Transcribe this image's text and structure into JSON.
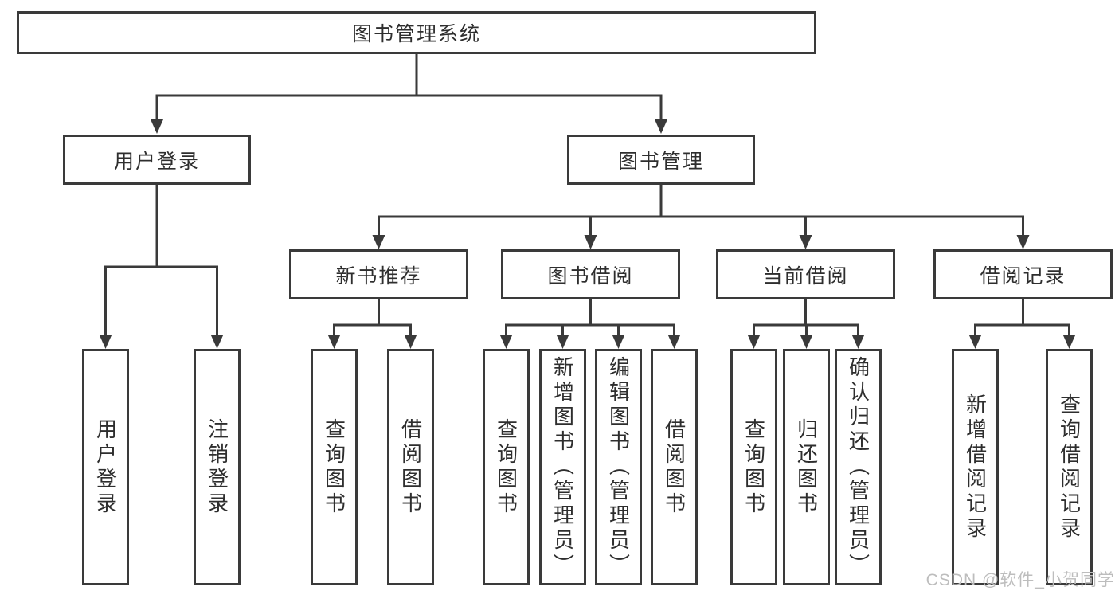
{
  "colors": {
    "line": "#3a3a3a",
    "text": "#2e2e2e",
    "watermark": "#bdbdbd",
    "background": "#ffffff"
  },
  "nodes": {
    "root": "图书管理系统",
    "user_login": "用户登录",
    "book_mgmt": "图书管理",
    "new_book_rec": "新书推荐",
    "book_borrow": "图书借阅",
    "current_borrow": "当前借阅",
    "borrow_records": "借阅记录",
    "ul_user_login": "用户登录",
    "ul_logout": "注销登录",
    "nb_query_books": "查询图书",
    "nb_borrow_books": "借阅图书",
    "bb_query_books": "查询图书",
    "bb_add_books": "新增图书（管理员）",
    "bb_edit_books": "编辑图书（管理员）",
    "bb_borrow_books": "借阅图书",
    "cb_query_books": "查询图书",
    "cb_return_books": "归还图书",
    "cb_confirm_return": "确认归还（管理员）",
    "br_add_record": "新增借阅记录",
    "br_query_record": "查询借阅记录"
  },
  "watermark": "CSDN @软件_小贺同学"
}
